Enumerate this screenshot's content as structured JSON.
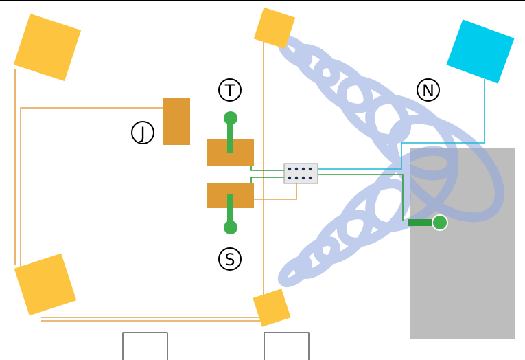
{
  "labels": {
    "t": "T",
    "s": "S",
    "j": "J",
    "n": "N"
  },
  "colors": {
    "background": "#ffffff",
    "top_border": "#000000",
    "corner_speaker": "#FDC53F",
    "subwoofer": "#DE9A34",
    "speaker_body": "#DE9A34",
    "green_pad": "#3FAF4D",
    "green_wire": "#2E9A3E",
    "orange_wire": "#E4A34B",
    "blue_wire": "#20B8D6",
    "cyan_speaker": "#00CCEE",
    "grey_zone": "#BDBDBD",
    "watermark_rings": "#8FA6DE",
    "hub": "#E8E8E8"
  },
  "icons": {
    "hub": "connector-block-icon",
    "label_marker": "circled-letter-icon",
    "endpoint": "round-terminal-icon"
  }
}
